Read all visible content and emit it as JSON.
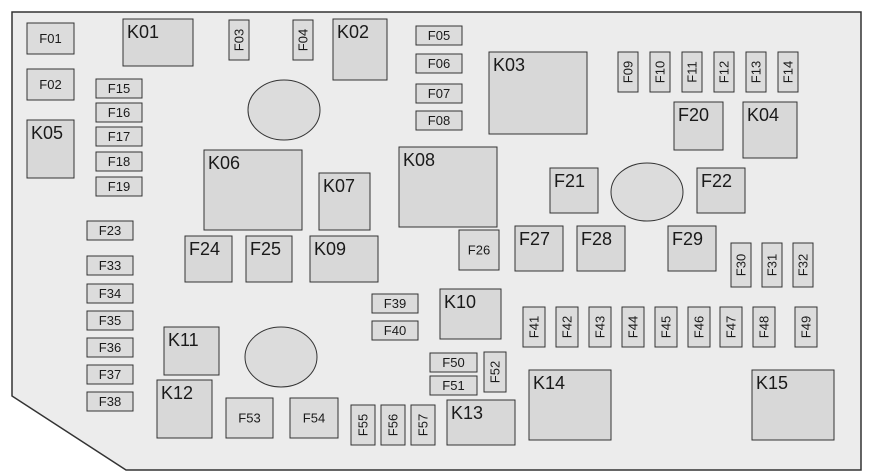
{
  "colors": {
    "board": "#ececec",
    "component": "#dcdcdc",
    "outline": "#333333",
    "text": "#1a1a1a"
  },
  "components": {
    "F01": "F01",
    "F02": "F02",
    "F03": "F03",
    "F04": "F04",
    "F05": "F05",
    "F06": "F06",
    "F07": "F07",
    "F08": "F08",
    "F09": "F09",
    "F10": "F10",
    "F11": "F11",
    "F12": "F12",
    "F13": "F13",
    "F14": "F14",
    "F15": "F15",
    "F16": "F16",
    "F17": "F17",
    "F18": "F18",
    "F19": "F19",
    "F20": "F20",
    "F21": "F21",
    "F22": "F22",
    "F23": "F23",
    "F24": "F24",
    "F25": "F25",
    "F26": "F26",
    "F27": "F27",
    "F28": "F28",
    "F29": "F29",
    "F30": "F30",
    "F31": "F31",
    "F32": "F32",
    "F33": "F33",
    "F34": "F34",
    "F35": "F35",
    "F36": "F36",
    "F37": "F37",
    "F38": "F38",
    "F39": "F39",
    "F40": "F40",
    "F41": "F41",
    "F42": "F42",
    "F43": "F43",
    "F44": "F44",
    "F45": "F45",
    "F46": "F46",
    "F47": "F47",
    "F48": "F48",
    "F49": "F49",
    "F50": "F50",
    "F51": "F51",
    "F52": "F52",
    "F53": "F53",
    "F54": "F54",
    "F55": "F55",
    "F56": "F56",
    "F57": "F57",
    "K01": "K01",
    "K02": "K02",
    "K03": "K03",
    "K04": "K04",
    "K05": "K05",
    "K06": "K06",
    "K07": "K07",
    "K08": "K08",
    "K09": "K09",
    "K10": "K10",
    "K11": "K11",
    "K12": "K12",
    "K13": "K13",
    "K14": "K14",
    "K15": "K15"
  }
}
